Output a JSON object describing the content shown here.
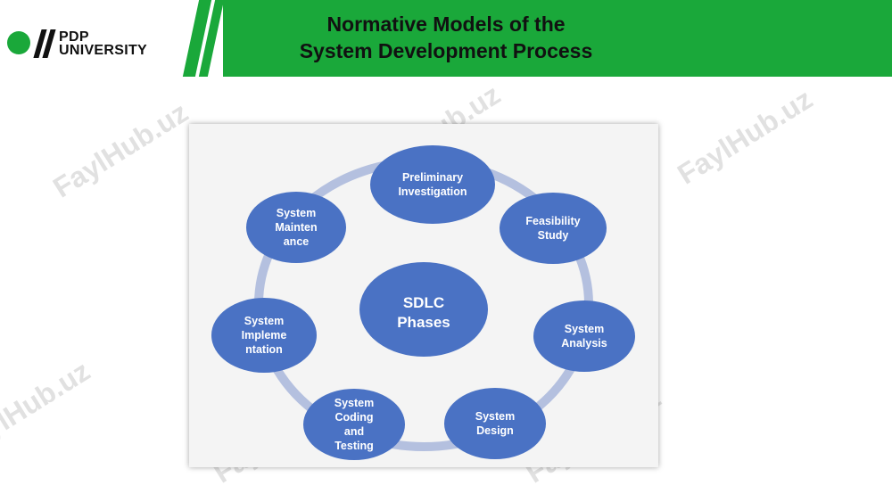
{
  "header": {
    "title": "Normative Models of the\nSystem Development Process",
    "logo_text": "PDP\nUNIVERSITY"
  },
  "watermark": "FaylHub.uz",
  "diagram": {
    "center": "SDLC\nPhases",
    "nodes": [
      "Preliminary\nInvestigation",
      "Feasibility\nStudy",
      "System\nAnalysis",
      "System\nDesign",
      "System\nCoding\nand\nTesting",
      "System\nImpleme\nntation",
      "System\nMainten\nance"
    ]
  },
  "colors": {
    "brand_green": "#1aa83a",
    "node_fill": "#4a72c4",
    "ring": "#b4c0df"
  }
}
